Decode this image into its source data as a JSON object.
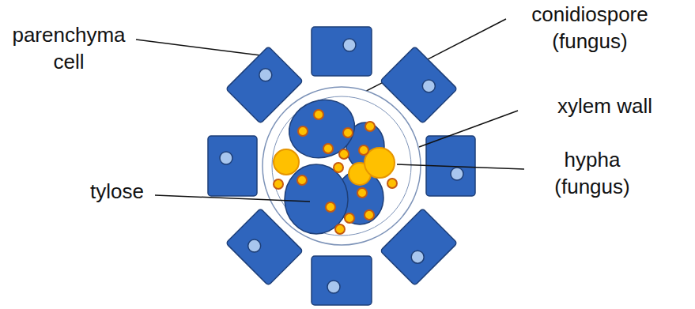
{
  "diagram": {
    "labels": [
      "parenchyma cell",
      "conidiospore (fungus)",
      "xylem wall",
      "hypha (fungus)",
      "tylose"
    ]
  }
}
